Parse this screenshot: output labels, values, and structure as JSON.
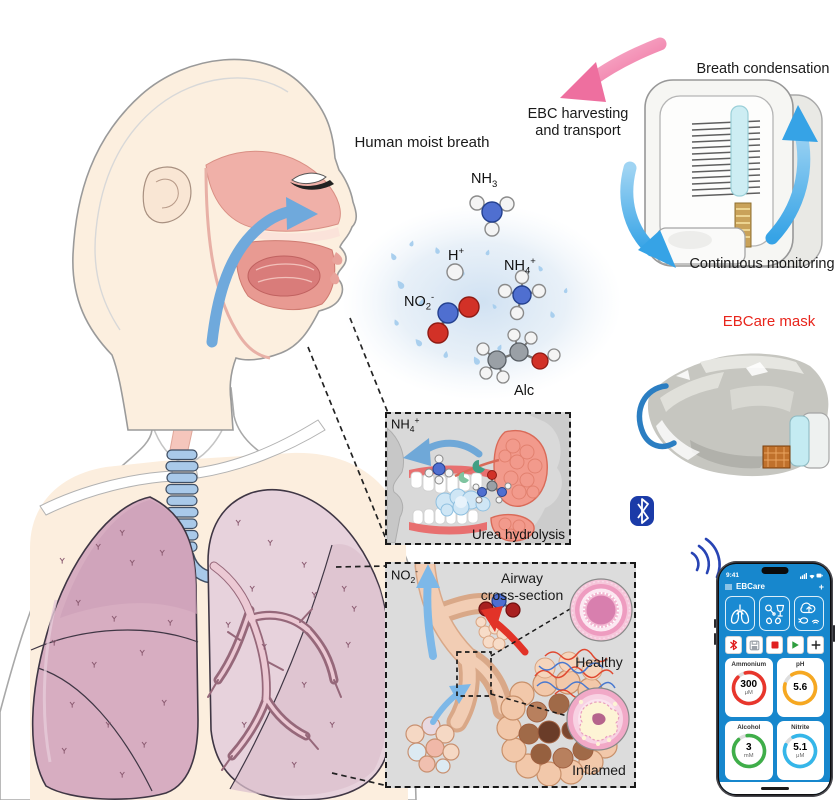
{
  "labels": {
    "human_moist_breath": "Human moist breath",
    "breath_condensation": "Breath condensation",
    "ebc_harvesting_line1": "EBC harvesting",
    "ebc_harvesting_line2": "and transport",
    "continuous_monitoring": "Continuous monitoring",
    "ebcare_mask": "EBCare mask",
    "urea_hydrolysis": "Urea hydrolysis",
    "airway_line1": "Airway",
    "airway_line2": "cross-section",
    "healthy": "Healthy",
    "inflamed": "Inflamed",
    "alc": "Alc"
  },
  "molecules": {
    "nh3": {
      "base": "NH",
      "sub": "3"
    },
    "h": {
      "base": "H",
      "sup": "+"
    },
    "nh4": {
      "base": "NH",
      "sub": "4",
      "sup": "+"
    },
    "no2": {
      "base": "NO",
      "sub": "2",
      "sup": "-"
    },
    "inset_nh4": {
      "base": "NH",
      "sub": "4",
      "sup": "+"
    },
    "inset_no2": {
      "base": "NO",
      "sub": "2",
      "sup": "-"
    }
  },
  "phone": {
    "status_time": "9:41",
    "app_title": "EBCare",
    "gauges": [
      {
        "label": "Ammonium",
        "value": "300",
        "unit": "μM",
        "color": "#e8362c"
      },
      {
        "label": "pH",
        "value": "5.6",
        "unit": "",
        "color": "#f6a821"
      },
      {
        "label": "Alcohol",
        "value": "3",
        "unit": "mM",
        "color": "#3fae49"
      },
      {
        "label": "Nitrite",
        "value": "5.1",
        "unit": "μM",
        "color": "#35b6e9"
      }
    ]
  },
  "colors": {
    "app_blue": "#1787cd",
    "ebcare_red": "#e8251c",
    "arrow_blue": "#4aaae4",
    "arrow_pink": "#f078a2",
    "bluetooth_blue": "#1b3ba8"
  }
}
